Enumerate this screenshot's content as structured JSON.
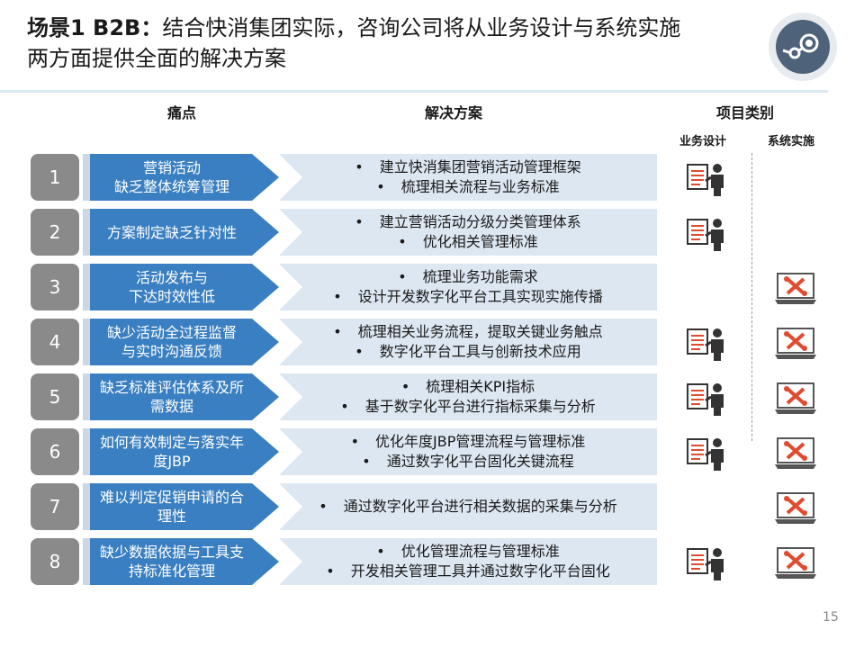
{
  "title": {
    "prefix": "场景1 B2B",
    "colon": "：",
    "line1": "结合快消集团实际，咨询公司将从业务设计与系统实施",
    "line2": "两方面提供全面的解决方案"
  },
  "headers": {
    "pain": "痛点",
    "solution": "解决方案",
    "category": "项目类别",
    "business_design": "业务设计",
    "system_impl": "系统实施"
  },
  "colors": {
    "pain_arrow": "#3a7fc1",
    "solution_bg": "#dce7f2",
    "number_box": "#8a8a8a",
    "sys_icon": "#e04a2f"
  },
  "rows": [
    {
      "num": "1",
      "pain": "营销活动\n缺乏整体统筹管理",
      "solutions": [
        "建立快消集团营销活动管理框架",
        "梳理相关流程与业务标准"
      ],
      "business_design": true,
      "system_impl": false
    },
    {
      "num": "2",
      "pain": "方案制定缺乏针对性",
      "solutions": [
        "建立营销活动分级分类管理体系",
        "优化相关管理标准"
      ],
      "business_design": true,
      "system_impl": false
    },
    {
      "num": "3",
      "pain": "活动发布与\n下达时效性低",
      "solutions": [
        "梳理业务功能需求",
        "设计开发数字化平台工具实现实施传播"
      ],
      "business_design": false,
      "system_impl": true
    },
    {
      "num": "4",
      "pain": "缺少活动全过程监督\n与实时沟通反馈",
      "solutions": [
        "梳理相关业务流程，提取关键业务触点",
        "数字化平台工具与创新技术应用"
      ],
      "business_design": true,
      "system_impl": true
    },
    {
      "num": "5",
      "pain": "缺乏标准评估体系及所\n需数据",
      "solutions": [
        "梳理相关KPI指标",
        "基于数字化平台进行指标采集与分析"
      ],
      "business_design": true,
      "system_impl": true
    },
    {
      "num": "6",
      "pain": "如何有效制定与落实年\n度JBP",
      "solutions": [
        "优化年度JBP管理流程与管理标准",
        "通过数字化平台固化关键流程"
      ],
      "business_design": true,
      "system_impl": true
    },
    {
      "num": "7",
      "pain": "难以判定促销申请的合\n理性",
      "solutions": [
        "通过数字化平台进行相关数据的采集与分析"
      ],
      "business_design": false,
      "system_impl": true
    },
    {
      "num": "8",
      "pain": "缺少数据依据与工具支\n持标准化管理",
      "solutions": [
        "优化管理流程与管理标准",
        "开发相关管理工具并通过数字化平台固化"
      ],
      "business_design": true,
      "system_impl": true
    }
  ],
  "icons": {
    "business_design": "presenter-document-icon",
    "system_impl": "laptop-tools-icon",
    "logo": "steam-logo-icon"
  },
  "page_number": "15"
}
